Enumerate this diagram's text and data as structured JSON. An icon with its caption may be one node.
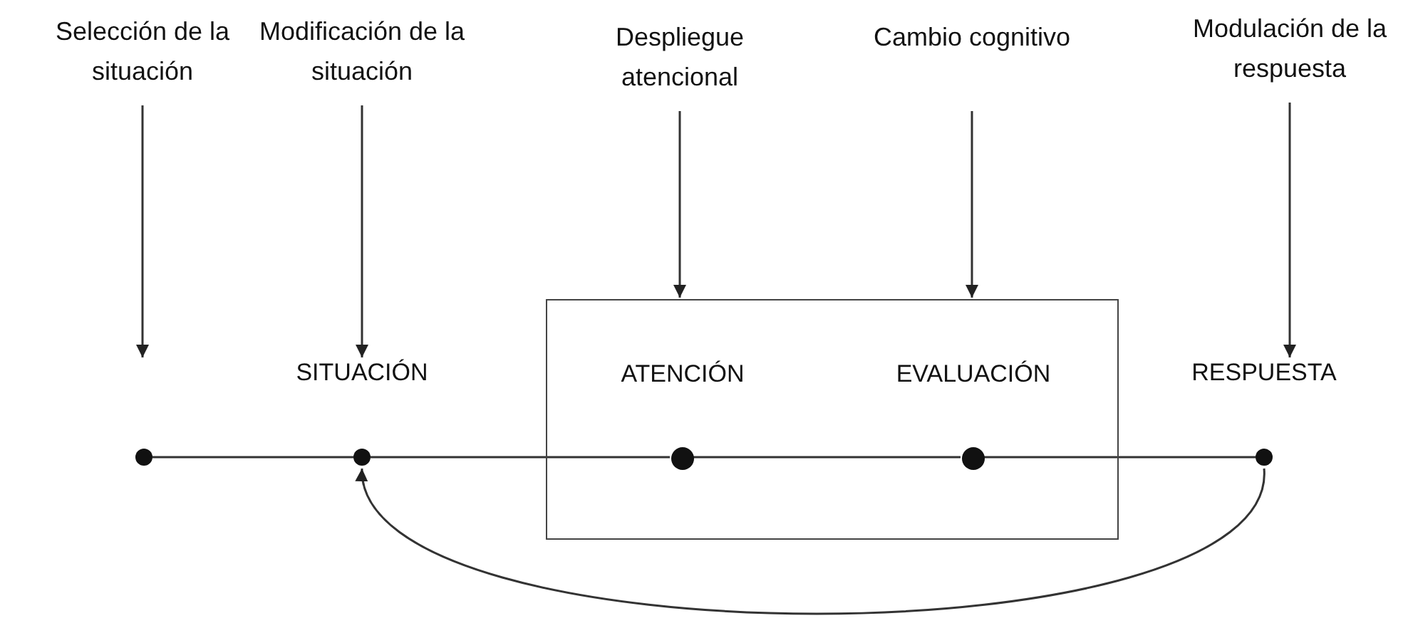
{
  "diagram": {
    "nodes": [
      {
        "text": [
          "Selección de la situación"
        ]
      },
      {
        "text": [
          "Modificación de la situación"
        ]
      },
      {
        "text": [
          "Despliegue atencional"
        ]
      },
      {
        "text": [
          "Cambio cognitivo"
        ]
      },
      {
        "text": [
          "Modulación de la respuesta"
        ]
      },
      {
        "text": [],
        "shape": "circle"
      },
      {
        "text": [],
        "shape": "circle",
        "beside": [
          "SITUACIÓN"
        ]
      },
      {
        "text": [],
        "shape": "box"
      },
      {
        "text": [],
        "shape": "circle",
        "beside": [
          "ATENCIÓN"
        ],
        "in": 7
      },
      {
        "text": [],
        "shape": "circle",
        "beside": [
          "EVALUACIÓN"
        ],
        "in": 7
      },
      {
        "text": [],
        "shape": "circle",
        "beside": [
          "RESPUESTA"
        ]
      }
    ],
    "edges": [
      {
        "from": 0,
        "to": 5,
        "arrow": "to"
      },
      {
        "from": 1,
        "to": 6,
        "arrow": "to"
      },
      {
        "from": 2,
        "to": 7,
        "arrow": "to"
      },
      {
        "from": 3,
        "to": 7,
        "arrow": "to"
      },
      {
        "from": 4,
        "to": 10,
        "arrow": "to"
      },
      {
        "from": 5,
        "to": 6,
        "arrow": "none"
      },
      {
        "from": 6,
        "to": 8,
        "arrow": "none"
      },
      {
        "from": 8,
        "to": 9,
        "arrow": "none"
      },
      {
        "from": 9,
        "to": 10,
        "arrow": "none"
      },
      {
        "from": 10,
        "to": 6,
        "arrow": "to"
      }
    ]
  }
}
